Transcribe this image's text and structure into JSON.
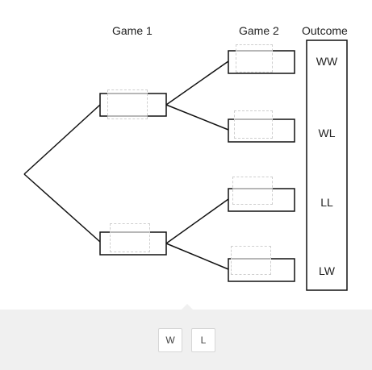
{
  "headers": {
    "game1": "Game 1",
    "game2": "Game 2",
    "outcome": "Outcome"
  },
  "outcomes": [
    "WW",
    "WL",
    "LL",
    "LW"
  ],
  "tray": {
    "chips": [
      "W",
      "L"
    ]
  }
}
